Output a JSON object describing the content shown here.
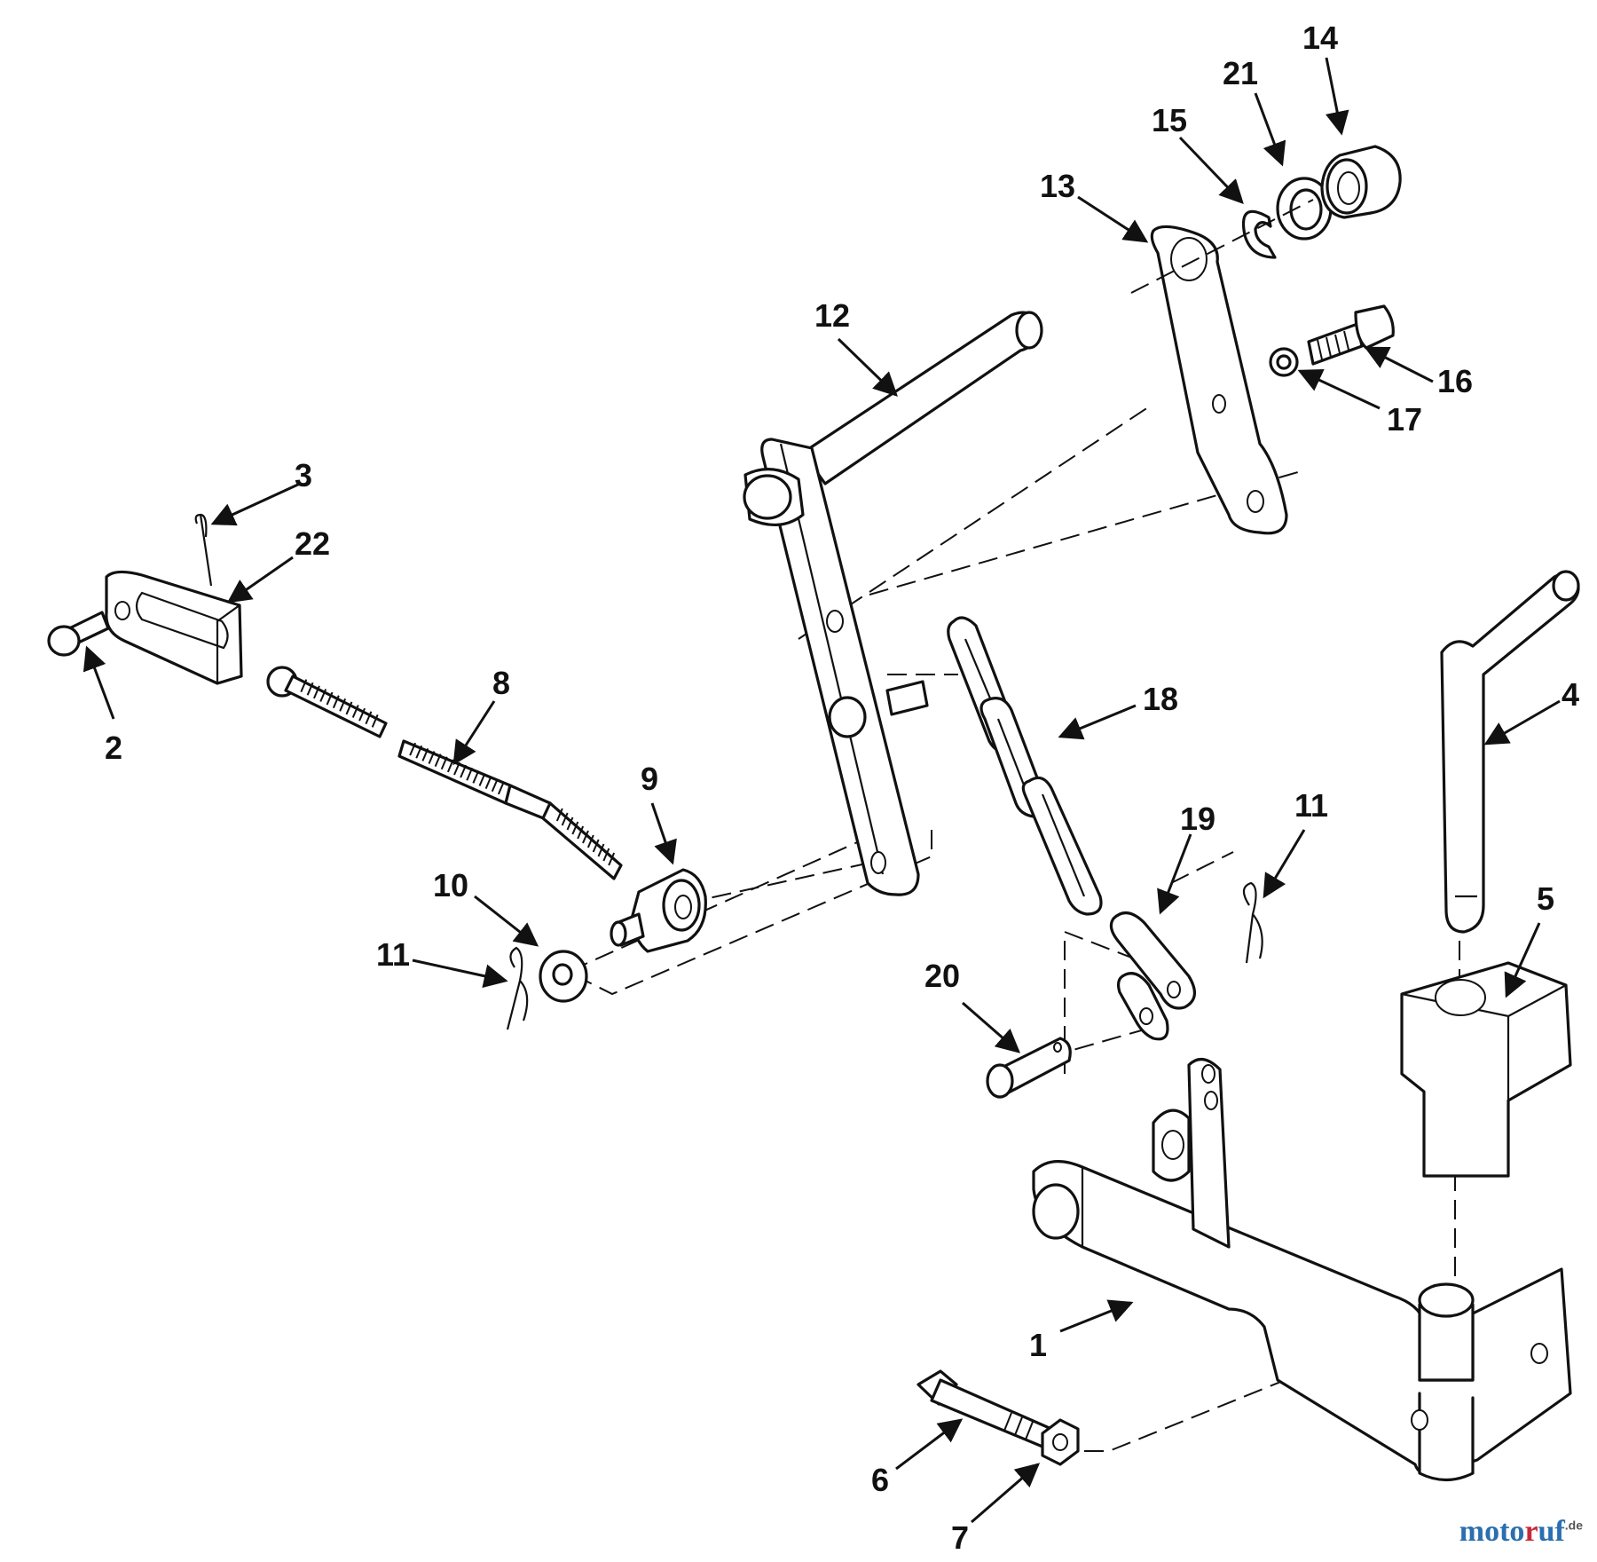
{
  "callouts": {
    "c1": "1",
    "c2": "2",
    "c3": "3",
    "c4": "4",
    "c5": "5",
    "c6": "6",
    "c7": "7",
    "c8": "8",
    "c9": "9",
    "c10": "10",
    "c11a": "11",
    "c11b": "11",
    "c12": "12",
    "c13": "13",
    "c14": "14",
    "c15": "15",
    "c16": "16",
    "c17": "17",
    "c18": "18",
    "c19": "19",
    "c20": "20",
    "c21": "21",
    "c22": "22"
  },
  "watermark": {
    "part1": "moto",
    "part2": "r",
    "part3": "uf",
    "suffix": ".de"
  }
}
